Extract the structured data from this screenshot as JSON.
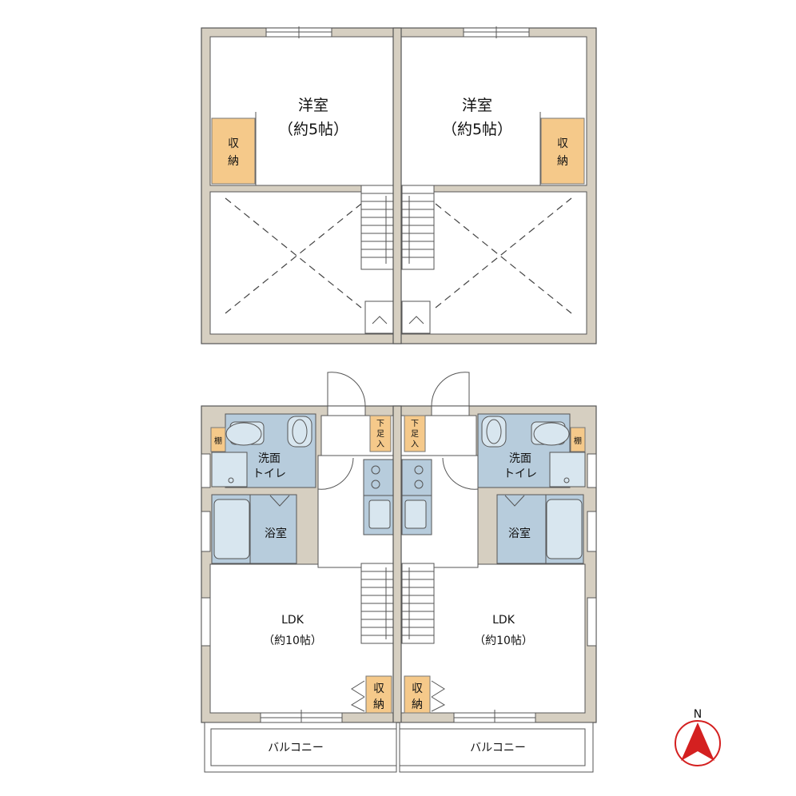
{
  "upper_floor": {
    "left_room": {
      "name": "洋室",
      "size": "（約5帖）"
    },
    "right_room": {
      "name": "洋室",
      "size": "（約5帖）"
    },
    "left_storage": [
      "収",
      "納"
    ],
    "right_storage": [
      "収",
      "納"
    ]
  },
  "lower_floor": {
    "left": {
      "shelf": "棚",
      "washroom": [
        "洗面",
        "トイレ"
      ],
      "bath": "浴室",
      "shoe_box": [
        "下",
        "足",
        "入"
      ],
      "ldk_name": "LDK",
      "ldk_size": "（約10帖）",
      "storage": [
        "収",
        "納"
      ],
      "balcony": "バルコニー"
    },
    "right": {
      "shelf": "棚",
      "washroom": [
        "洗面",
        "トイレ"
      ],
      "bath": "浴室",
      "shoe_box": [
        "下",
        "足",
        "入"
      ],
      "ldk_name": "LDK",
      "ldk_size": "（約10帖）",
      "storage": [
        "収",
        "納"
      ],
      "balcony": "バルコニー"
    }
  },
  "compass": {
    "label": "N",
    "accent": "#d42020"
  },
  "colors": {
    "wall": "#d6cfc1",
    "fixture": "#b7ccdc",
    "storage": "#f5c98a"
  }
}
